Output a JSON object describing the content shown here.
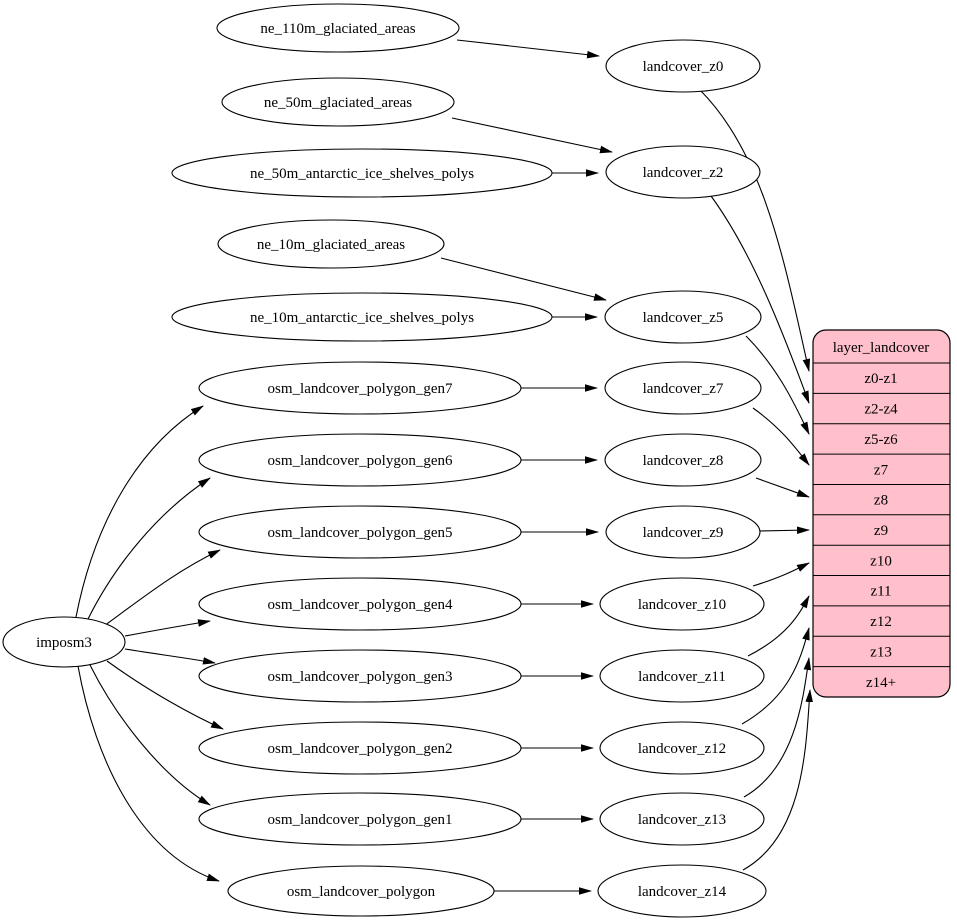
{
  "diagram": {
    "colors": {
      "background": "#ffffff",
      "node_fill": "#ffffff",
      "edge_stroke": "#000000",
      "table_fill": "#ffc0cb"
    },
    "nodes": {
      "imposm3": "imposm3",
      "ne110m_glaciated": "ne_110m_glaciated_areas",
      "ne50m_glaciated": "ne_50m_glaciated_areas",
      "ne50m_antarctic": "ne_50m_antarctic_ice_shelves_polys",
      "ne10m_glaciated": "ne_10m_glaciated_areas",
      "ne10m_antarctic": "ne_10m_antarctic_ice_shelves_polys",
      "gen7": "osm_landcover_polygon_gen7",
      "gen6": "osm_landcover_polygon_gen6",
      "gen5": "osm_landcover_polygon_gen5",
      "gen4": "osm_landcover_polygon_gen4",
      "gen3": "osm_landcover_polygon_gen3",
      "gen2": "osm_landcover_polygon_gen2",
      "gen1": "osm_landcover_polygon_gen1",
      "polygon": "osm_landcover_polygon",
      "z0": "landcover_z0",
      "z2": "landcover_z2",
      "z5": "landcover_z5",
      "z7": "landcover_z7",
      "z8": "landcover_z8",
      "z9": "landcover_z9",
      "z10": "landcover_z10",
      "z11": "landcover_z11",
      "z12": "landcover_z12",
      "z13": "landcover_z13",
      "z14": "landcover_z14"
    },
    "table": {
      "title": "layer_landcover",
      "rows": [
        "z0-z1",
        "z2-z4",
        "z5-z6",
        "z7",
        "z8",
        "z9",
        "z10",
        "z11",
        "z12",
        "z13",
        "z14+"
      ]
    }
  }
}
